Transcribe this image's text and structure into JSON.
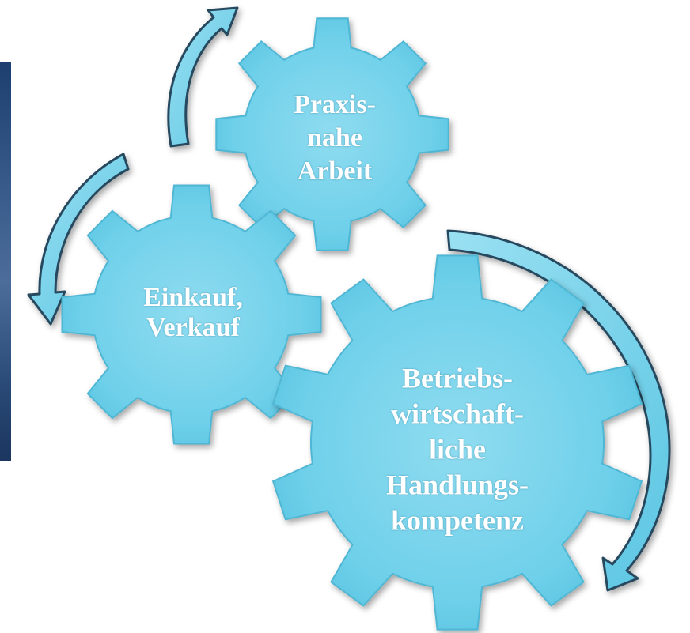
{
  "colors": {
    "gear_fill": "#6fd0ea",
    "gear_stroke": "#4fb6d3",
    "arrow_fill": "#7bd4ec",
    "arrow_stroke": "#27485e",
    "text": "#ffffff",
    "side_image": "#2b4b78"
  },
  "gears": {
    "praxis": {
      "line1": "Praxis-",
      "line2": "nahe",
      "line3": "Arbeit"
    },
    "einkauf": {
      "line1": "Einkauf,",
      "line2": "Verkauf"
    },
    "betriebs": {
      "line1": "Betriebs-",
      "line2": "wirtschaft-",
      "line3": "liche",
      "line4": "Handlungs-",
      "line5": "kompetenz"
    }
  }
}
